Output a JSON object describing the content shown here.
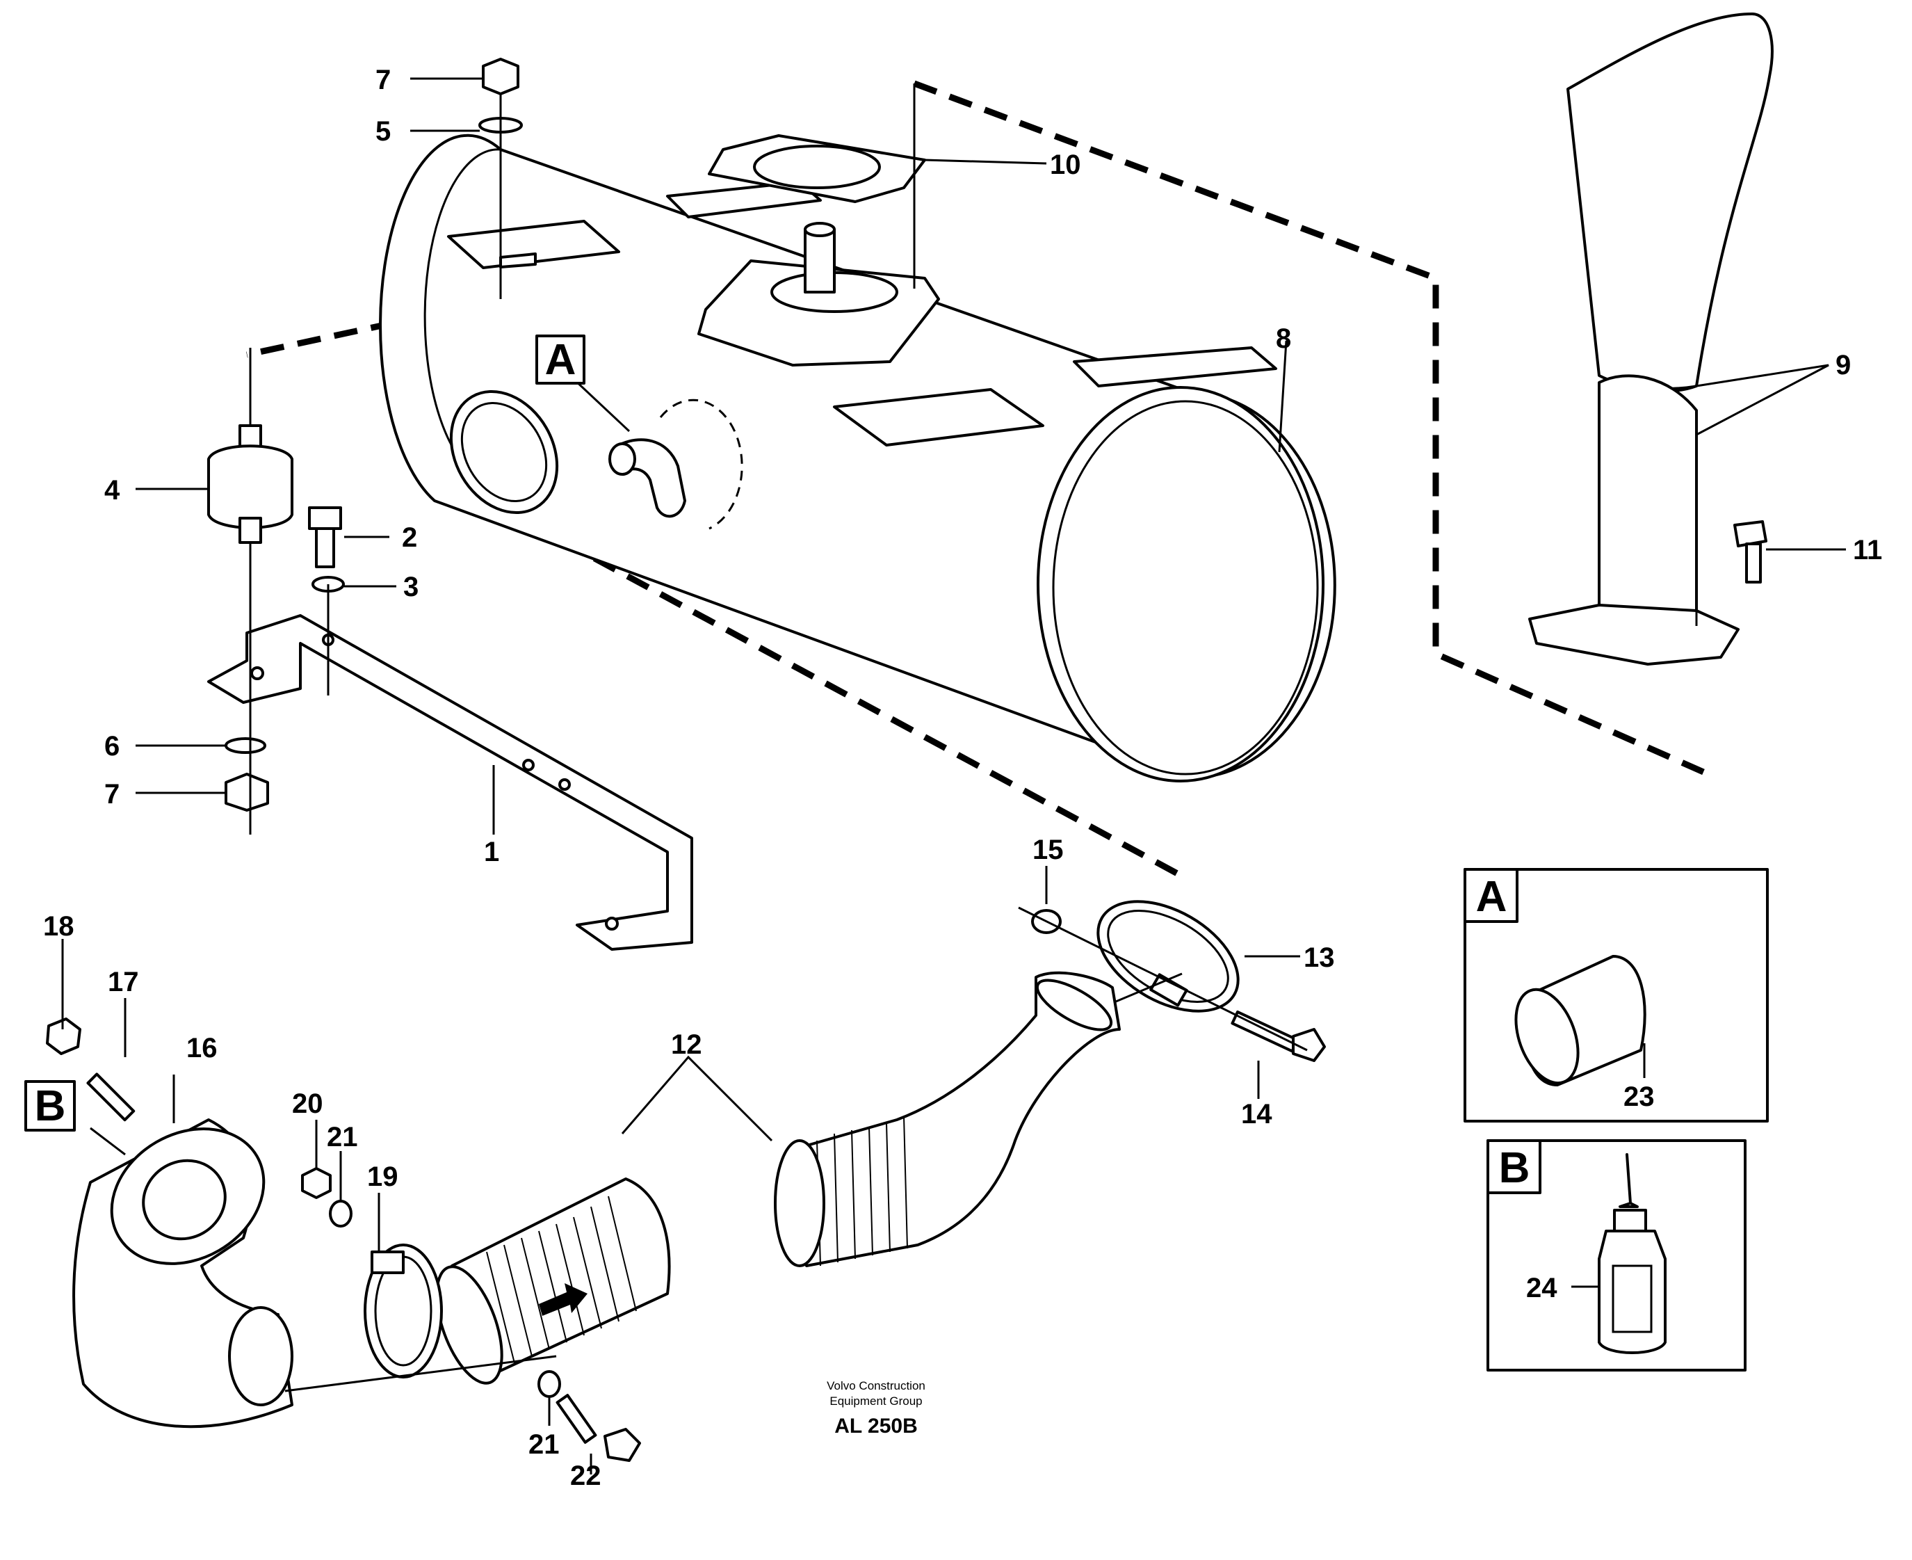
{
  "callouts": {
    "c1": "1",
    "c2": "2",
    "c3": "3",
    "c4": "4",
    "c5": "5",
    "c6": "6",
    "c7a": "7",
    "c7b": "7",
    "c8": "8",
    "c9": "9",
    "c10": "10",
    "c11": "11",
    "c12": "12",
    "c13": "13",
    "c14": "14",
    "c15": "15",
    "c16": "16",
    "c17": "17",
    "c18": "18",
    "c19": "19",
    "c20": "20",
    "c21a": "21",
    "c21b": "21",
    "c22": "22",
    "c23": "23",
    "c24": "24"
  },
  "detail_markers": {
    "a_on_muffler": "A",
    "b_on_elbow": "B",
    "a_inset": "A",
    "b_inset": "B"
  },
  "footer": {
    "line1": "Volvo Construction",
    "line2": "Equipment Group",
    "model": "AL 250B"
  }
}
